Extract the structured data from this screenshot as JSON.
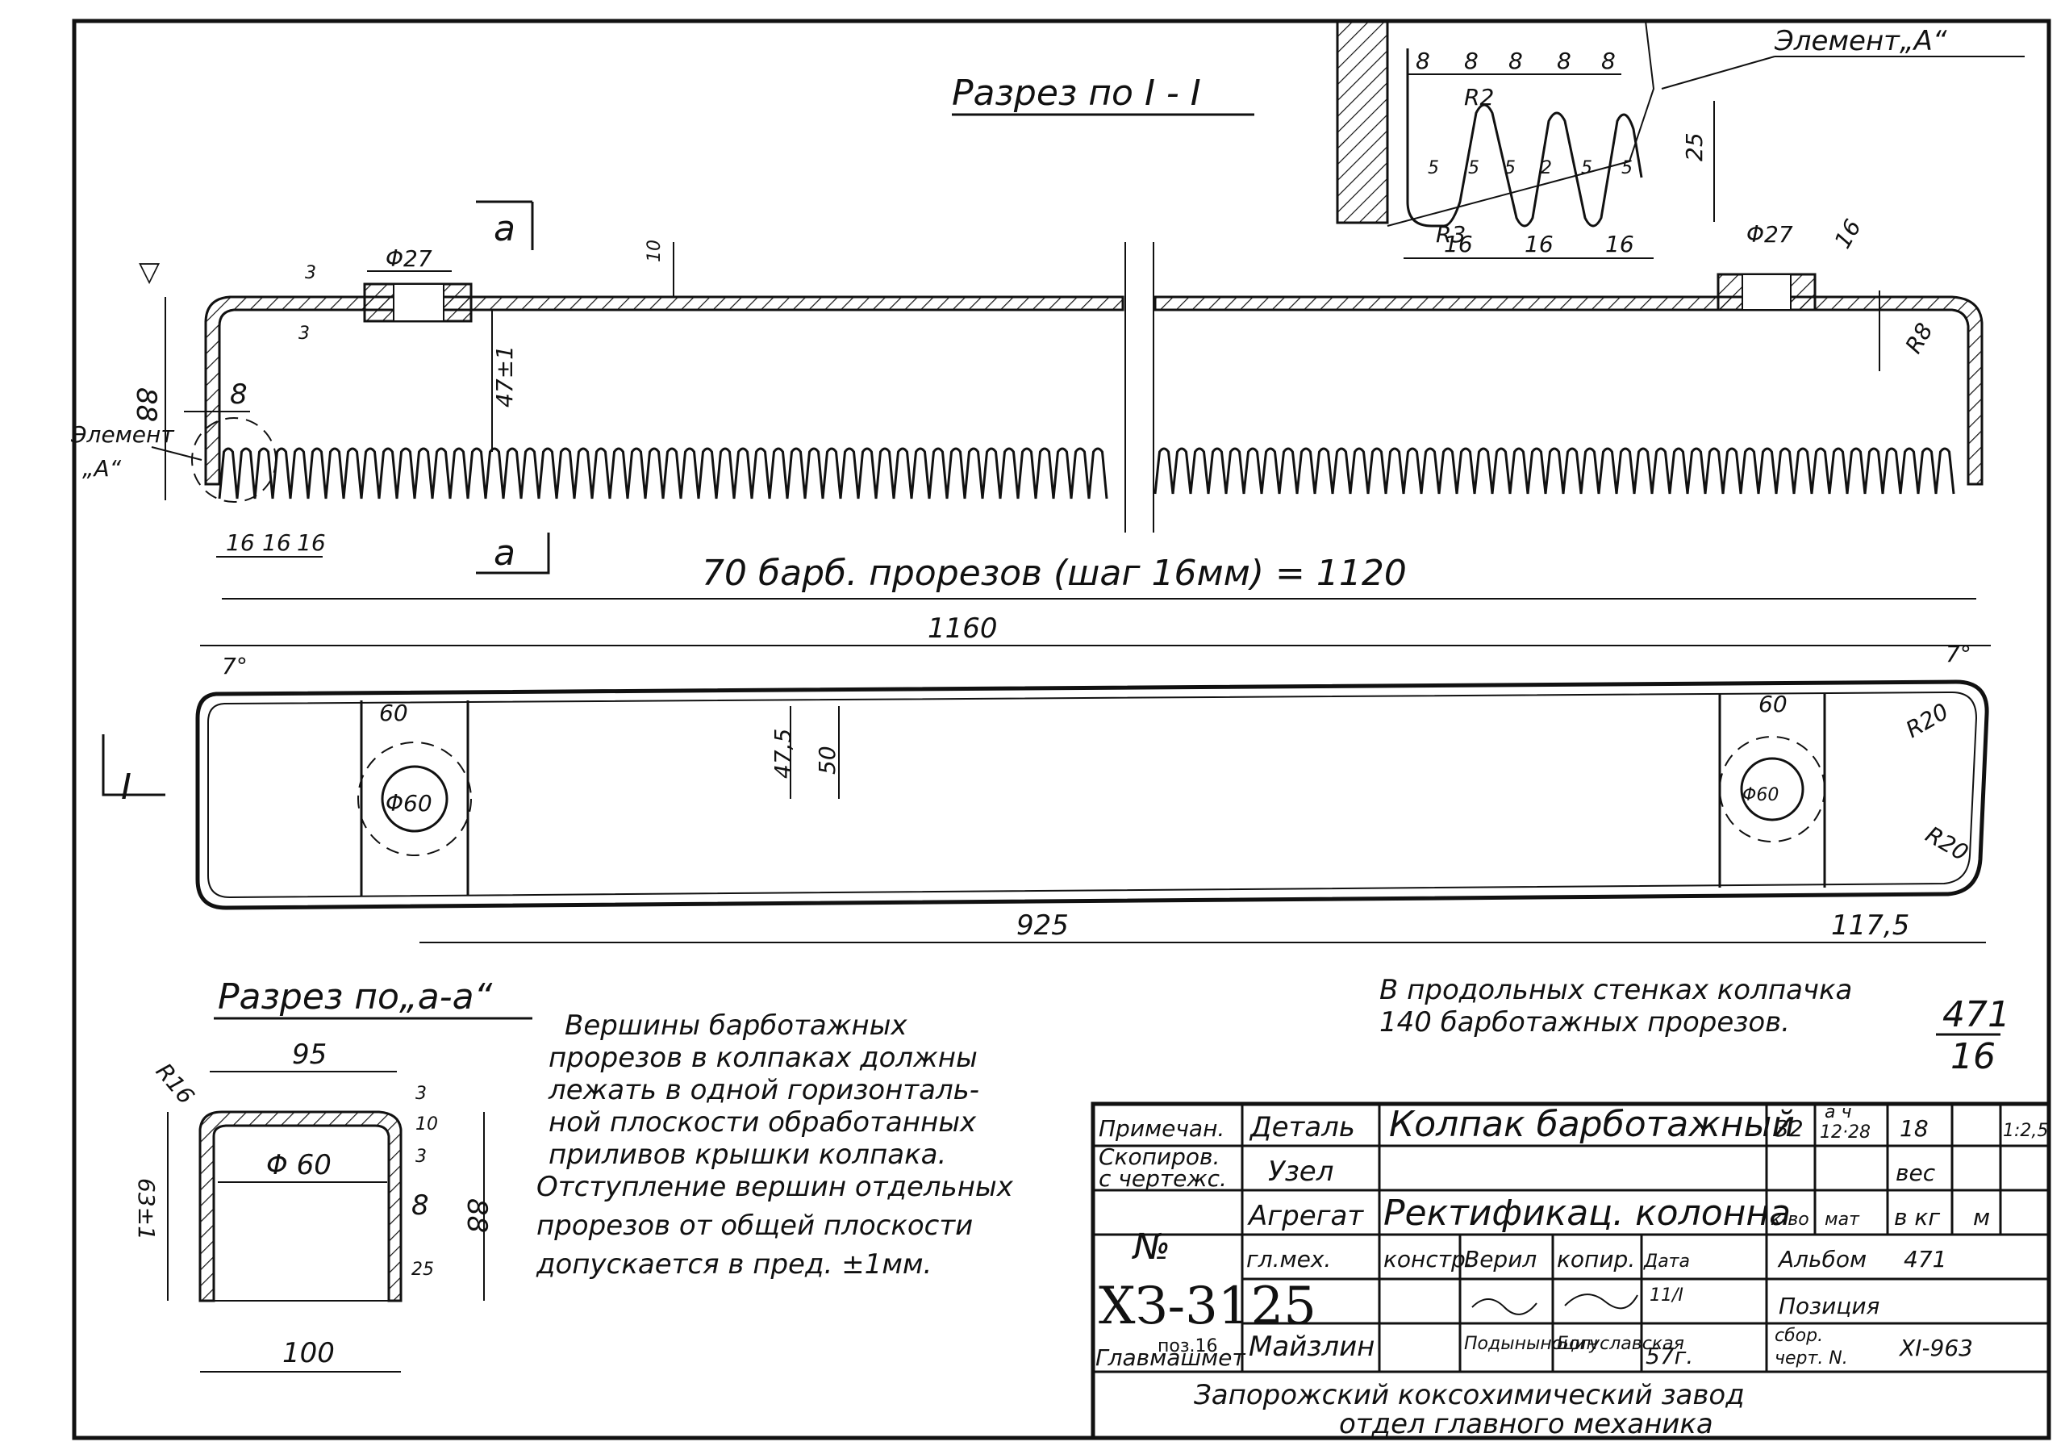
{
  "section_I_title": "Разрез по I - I",
  "section_a_title": "Разрез по„а-а“",
  "element_a_label": "Элемент„А“",
  "element_a_side_label": [
    "Элемент",
    "„А“"
  ],
  "cut_a": "а",
  "cut_I": "I",
  "dims": {
    "d27_left": "Φ27",
    "d27_right": "Φ27",
    "top_thk": "3",
    "top_thk2": "3",
    "wall_10": "10",
    "wall_16": "16",
    "r8": "R8",
    "h88": "88",
    "h47": "47±1",
    "w8": "8",
    "pitch": [
      "16",
      "16",
      "16"
    ],
    "total_slots": "70 барб. прорезов (шаг 16мм) = 1120",
    "len_1160": "1160",
    "ang_left": "7°",
    "ang_right": "7°",
    "w60_left": "60",
    "w60_right": "60",
    "h475": "47,5",
    "h50": "50",
    "hole_left": "Φ60",
    "hole_right": "Φ60",
    "r20_top": "R20",
    "r20_bot": "R20",
    "len_925": "925",
    "len_1175": "117,5",
    "detail_8": [
      "8",
      "8",
      "8",
      "8",
      "8"
    ],
    "detail_r2": "R2",
    "detail_r3": "R3",
    "detail_25": "25",
    "detail_5": [
      "5",
      "5",
      "5",
      "2",
      "5",
      "5"
    ],
    "detail_16": [
      "16",
      "16",
      "16"
    ],
    "sec_r16": "R16",
    "sec_95": "95",
    "sec_3": "3",
    "sec_10": "10",
    "sec_3b": "3",
    "sec_63": "63±1",
    "sec_88": "88",
    "sec_d60": "Φ 60",
    "sec_8": "8",
    "sec_25": "25",
    "sec_100": "100"
  },
  "note_left": [
    "Вершины барботажных",
    "прорезов в колпаках должны",
    "лежать в одной горизонталь-",
    "ной плоскости обработанных",
    "приливов крышки колпака.",
    "Отступление вершин отдельных",
    "прорезов от общей плоскости",
    "допускается в пред. ±1мм."
  ],
  "note_right": [
    "В продольных стенках колпачка",
    "140 барботажных прорезов."
  ],
  "sheet_mark": {
    "top": "471",
    "bottom": "16"
  },
  "title_block": {
    "r1": [
      "Примечан.",
      "Деталь",
      "Колпак барботажный",
      "32",
      "12·28",
      "18",
      "1:2,5"
    ],
    "r1_small": "а ч",
    "r2": [
      "Скопиров.",
      "с чертежс.",
      "Узел",
      "вес"
    ],
    "r3": [
      "Агрегат",
      "Ректификац. колонна",
      "к-во",
      "мат",
      "в кг",
      "м"
    ],
    "r4": [
      "гл.мех.",
      "констр.",
      "Верил",
      "копир.",
      "Дата",
      "Альбом",
      "471"
    ],
    "r5_sig": [
      "11/I",
      "Позиция"
    ],
    "r6": [
      "Главмашмет",
      "Майзлин",
      "Подыныноцин",
      "Богуславская",
      "57г.",
      "сбор.",
      "черт. N.",
      "XI-963"
    ],
    "doc_no": "№",
    "doc_code": "ХЗ-3125",
    "doc_pos": "поз.16",
    "org1": "Запорожский коксохимический завод",
    "org2": "отдел главного механика"
  }
}
